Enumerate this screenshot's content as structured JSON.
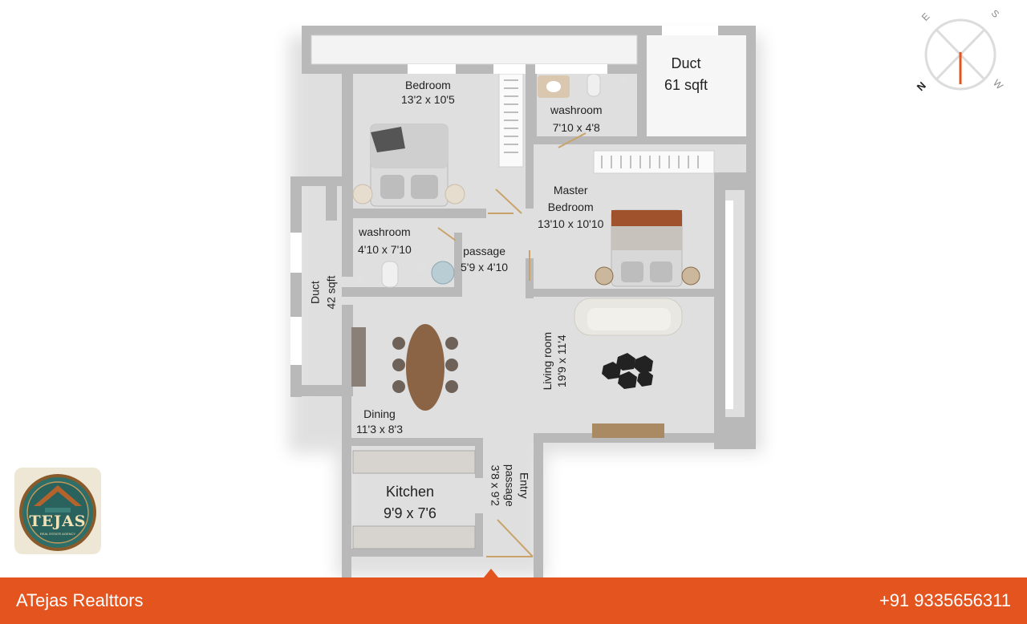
{
  "colors": {
    "brand": "#e4541f",
    "wall": "#b9b9b9",
    "floor": "#ffffff"
  },
  "rooms": {
    "bedroom": {
      "name": "Bedroom",
      "size": "13'2 x 10'5"
    },
    "washroom_top": {
      "name": "washroom",
      "size": "7'10 x 4'8"
    },
    "duct_top": {
      "name": "Duct",
      "size": "61 sqft"
    },
    "master": {
      "name1": "Master",
      "name2": "Bedroom",
      "size": "13'10 x 10'10"
    },
    "washroom_left": {
      "name": "washroom",
      "size": "4'10 x 7'10"
    },
    "passage": {
      "name": "passage",
      "size": "5'9 x 4'10"
    },
    "duct_left": {
      "name": "Duct",
      "size": "42 sqft"
    },
    "living": {
      "name": "Living room",
      "size": "19'9 x 11'4"
    },
    "dining": {
      "name": "Dining",
      "size": "11'3 x 8'3"
    },
    "kitchen": {
      "name": "Kitchen",
      "size": "9'9 x 7'6"
    },
    "entry": {
      "name": "Entry",
      "name2": "passage",
      "size": "3'8 x 9'2"
    }
  },
  "compass": {
    "e": "E",
    "s": "S",
    "n": "N",
    "w": "W"
  },
  "logo": {
    "text": "TEJAS",
    "sub": "REAL ESTATE AGENCY"
  },
  "footer": {
    "brand": "ATejas Realttors",
    "phone": "+91 9335656311"
  }
}
